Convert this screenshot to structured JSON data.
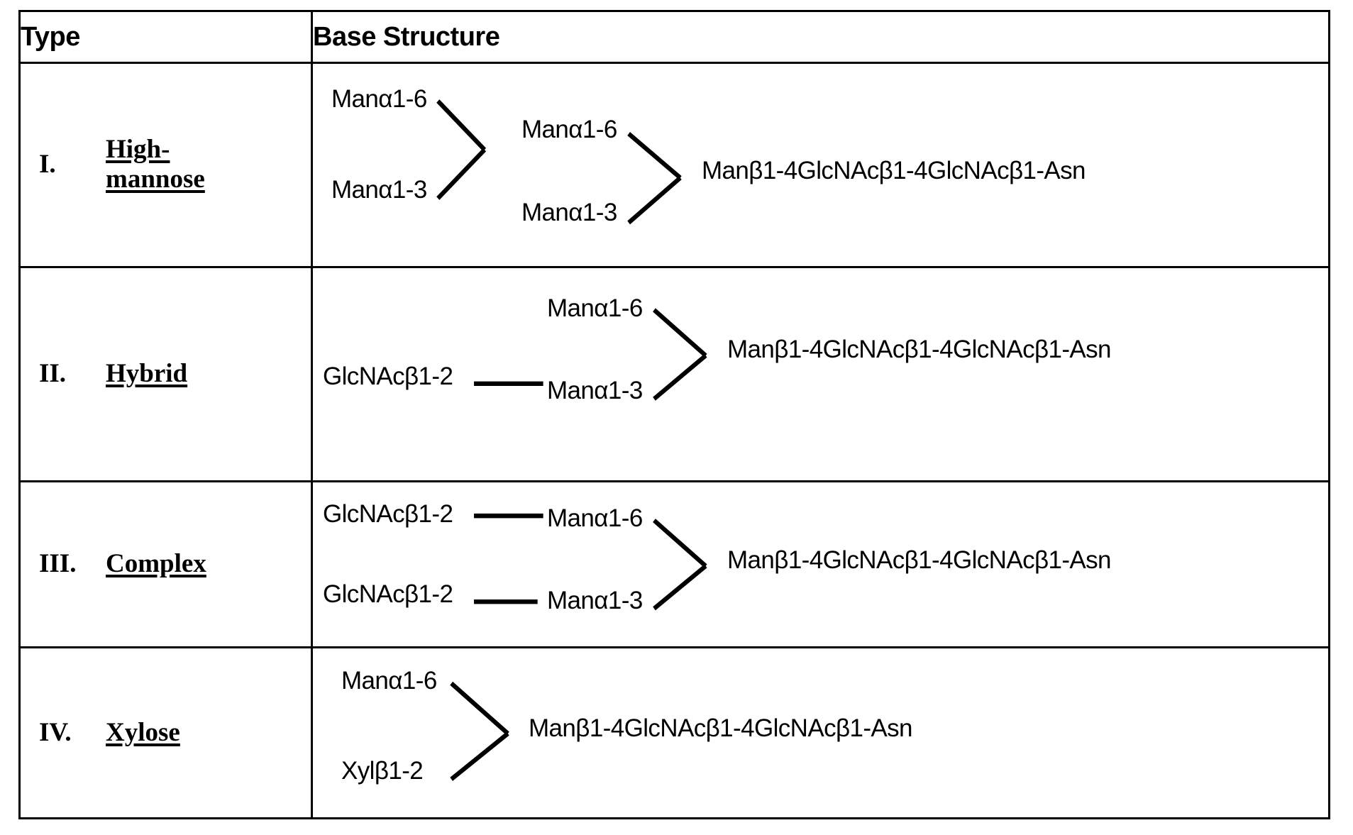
{
  "figure": {
    "kind": "glycan-base-structure-table",
    "columns": [
      "Type",
      "Base Structure"
    ]
  },
  "header": {
    "type_label": "Type",
    "structure_label": "Base Structure"
  },
  "rows": [
    {
      "numeral": "I.",
      "name": "High-mannose",
      "name_line1": "High-",
      "name_line2": "mannose",
      "structure": {
        "branch_upper_outer": "Manα1-6",
        "branch_lower_outer": "Manα1-3",
        "branch_upper_inner": "Manα1-6",
        "branch_lower_inner": "Manα1-3",
        "core": "Manβ1-4GlcNAcβ1-4GlcNAcβ1-Asn"
      }
    },
    {
      "numeral": "II.",
      "name": "Hybrid",
      "name_line1": "Hybrid",
      "name_line2": "",
      "structure": {
        "branch_upper_inner": "Manα1-6",
        "branch_lower_outer": "GlcNAcβ1-2",
        "branch_lower_inner": "Manα1-3",
        "core": "Manβ1-4GlcNAcβ1-4GlcNAcβ1-Asn"
      }
    },
    {
      "numeral": "III.",
      "name": "Complex",
      "name_line1": "Complex",
      "name_line2": "",
      "structure": {
        "branch_upper_outer": "GlcNAcβ1-2",
        "branch_upper_inner": "Manα1-6",
        "branch_lower_outer": "GlcNAcβ1-2",
        "branch_lower_inner": "Manα1-3",
        "core": "Manβ1-4GlcNAcβ1-4GlcNAcβ1-Asn"
      }
    },
    {
      "numeral": "IV.",
      "name": "Xylose",
      "name_line1": "Xylose",
      "name_line2": "",
      "structure": {
        "branch_upper_inner": "Manα1-6",
        "branch_lower_inner": "Xylβ1-2",
        "core": "Manβ1-4GlcNAcβ1-4GlcNAcβ1-Asn"
      }
    }
  ],
  "colors": {
    "ink": "#000000",
    "paper": "#ffffff"
  }
}
